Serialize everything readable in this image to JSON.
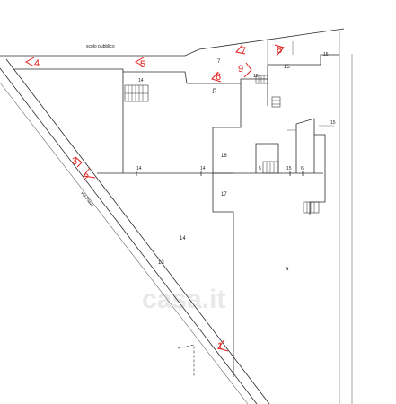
{
  "street_labels": {
    "scolo": "scolo pubblico",
    "via_piave": "via Piave"
  },
  "lot_numbers": {
    "n7": "7",
    "n15_top": "15",
    "n15_right": "15",
    "n14_a": "14",
    "n14_b": "14",
    "n12": "12",
    "n15_far": "15",
    "n16": "16",
    "n14_c": "14",
    "n14_d": "14",
    "n5": "5",
    "n15_mid": "15",
    "n6": "6",
    "n17": "17",
    "n14_big": "14",
    "n13": "13",
    "n_a": "a"
  },
  "viewpoints": [
    "1",
    "2",
    "3",
    "4",
    "5",
    "6",
    "7",
    "8",
    "9"
  ],
  "watermark": "casa.it"
}
